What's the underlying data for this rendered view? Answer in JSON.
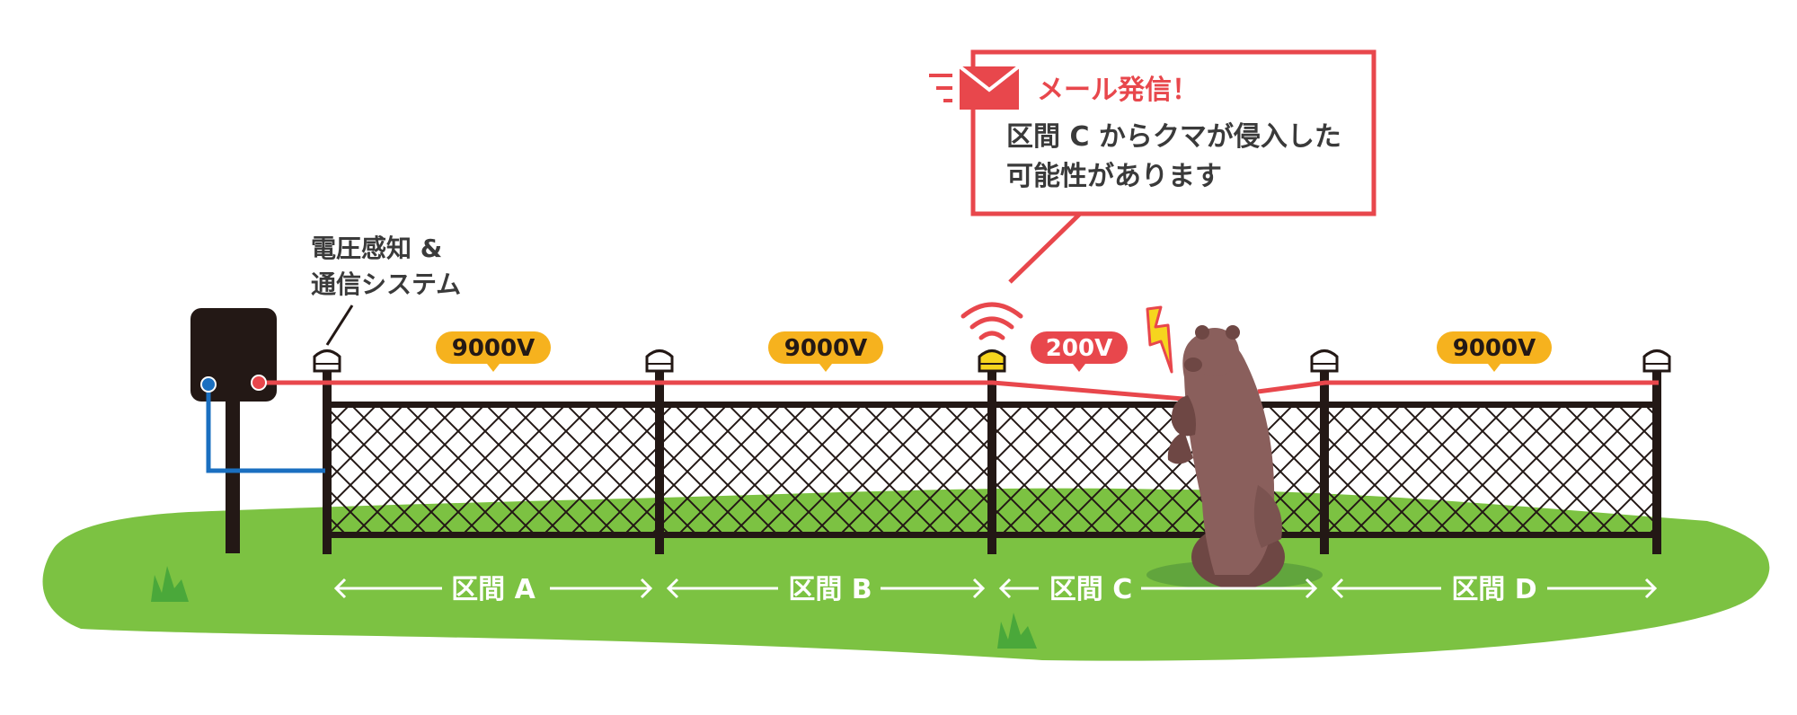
{
  "system_label": {
    "line1": "電圧感知 &",
    "line2": "通信システム"
  },
  "alert": {
    "title": "メール発信！",
    "message_line1": "区間 C からクマが侵入した",
    "message_line2": "可能性があります"
  },
  "sections": [
    {
      "name": "区間 A",
      "voltage": "9000V",
      "status": "normal"
    },
    {
      "name": "区間 B",
      "voltage": "9000V",
      "status": "normal"
    },
    {
      "name": "区間 C",
      "voltage": "200V",
      "status": "alert"
    },
    {
      "name": "区間 D",
      "voltage": "9000V",
      "status": "normal"
    }
  ],
  "colors": {
    "alert_red": "#e8474c",
    "normal_badge": "#f6b21e",
    "grass": "#7cc242",
    "fence": "#231815",
    "bear": "#8a5f5c",
    "ground_wire": "#1a6fc0",
    "white": "#ffffff",
    "sensor_active": "#f6d51e"
  },
  "icons": {
    "envelope": "envelope-icon",
    "wifi": "wifi-signal-icon",
    "lightning": "lightning-icon"
  }
}
